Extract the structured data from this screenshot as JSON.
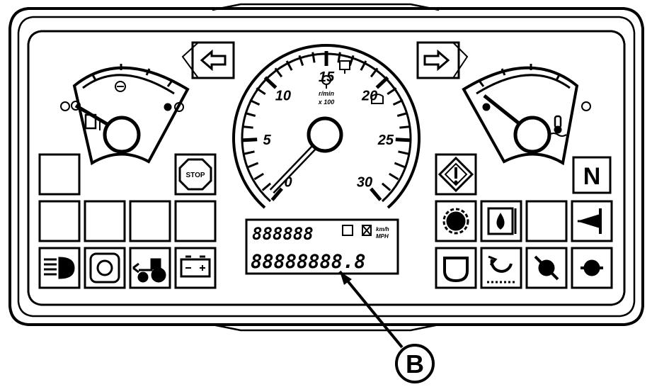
{
  "tachometer": {
    "scale_labels": [
      "0",
      "5",
      "10",
      "15",
      "20",
      "25",
      "30"
    ],
    "unit_line1": "r/min",
    "unit_line2": "x 100"
  },
  "warning_lamps": {
    "stop_label": "STOP",
    "neutral_label": "N"
  },
  "display": {
    "row1_digits": "888888",
    "row2_digits": "88888888",
    "row2_decimal": ".8",
    "unit_top": "km/h",
    "unit_bottom": "MPH"
  },
  "callout": {
    "label": "B"
  },
  "icons": [
    "left-turn-signal-icon",
    "right-turn-signal-icon",
    "fuel-gauge-icon",
    "coolant-temperature-gauge-icon",
    "engine-stop-icon",
    "neutral-icon",
    "master-warning-icon",
    "headlight-icon",
    "transmission-icon",
    "tractor-icon",
    "battery-icon",
    "glow-plug-icon",
    "hydraulic-oil-icon",
    "air-filter-icon",
    "engine-oil-icon",
    "park-brake-icon",
    "fan-off-icon",
    "fan-icon"
  ]
}
